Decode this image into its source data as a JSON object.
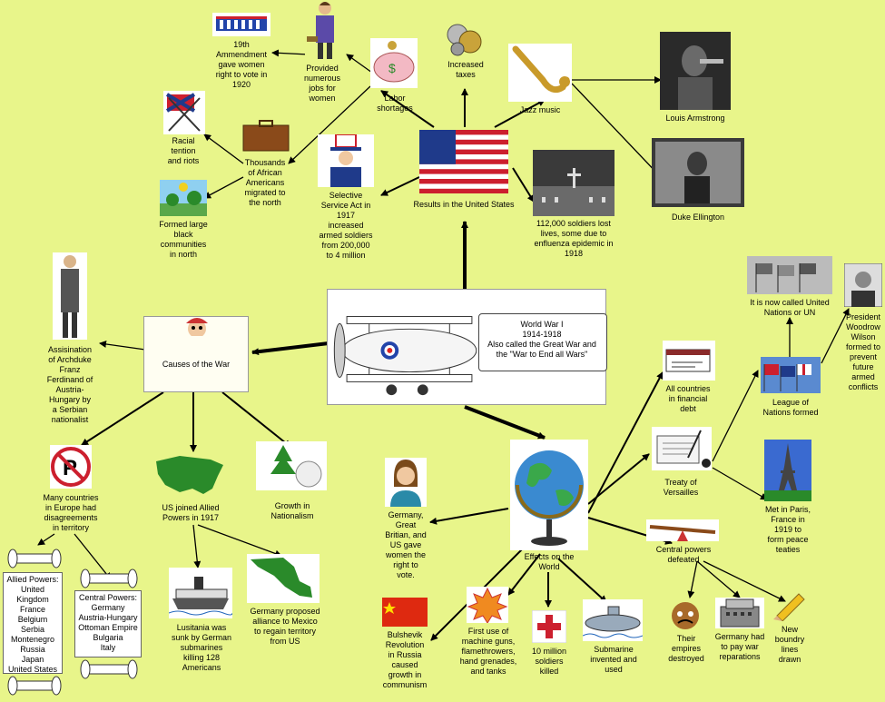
{
  "center": {
    "scroll_text": "World War I\n1914-1918\nAlso called the Great War and\nthe \"War to End all Wars\""
  },
  "results": {
    "title": "Results in the United States",
    "labor": "Labor\nshortages",
    "jobs": "Provided\nnumerous\njobs for\nwomen",
    "vote": "19th\nAmmendment\ngave women\nright to vote in\n1920",
    "taxes": "Increased\ntaxes",
    "jazz": "Jazz music",
    "armstrong": "Louis Armstrong",
    "ellington": "Duke Ellington",
    "soldiers": "112,000 soldiers lost\nlives, some due to\nenfluenza epidemic in\n1918",
    "service": "Selective\nService Act in\n1917\nincreased\narmed soldiers\nfrom 200,000\nto 4 million",
    "migrated": "Thousands\nof African\nAmericans\nmigrated to\nthe north",
    "racial": "Racial\ntention\nand riots",
    "communities": "Formed large\nblack\ncommunities\nin north"
  },
  "causes": {
    "title": "Causes of the War",
    "assassination": "Assisination\nof Archduke\nFranz\nFerdinand of\nAustria-\nHungary by\na Serbian\nnationalist",
    "disagreements": "Many countries\nin Europe had\ndisagreements\nin territory",
    "us_joined": "US joined Allied\nPowers in 1917",
    "nationalism": "Growth in\nNationalism",
    "lusitania": "Lusitania was\nsunk by German\nsubmarines\nkilling 128\nAmericans",
    "mexico": "Germany proposed\nalliance to Mexico\nto regain territory\nfrom US",
    "allied": "Allied Powers:\nUnited Kingdom\nFrance\nBelgium\nSerbia\nMontenegro\nRussia\nJapan\nUnited States",
    "central": "Central Powers:\nGermany\nAustria-Hungary\nOttoman Empire\nBulgaria\nItaly"
  },
  "effects": {
    "title": "Effects on the\nWorld",
    "women": "Germany,\nGreat\nBritian, and\nUS gave\nwomen the\nright to\nvote.",
    "bolshevik": "Bulshevik\nRevolution\nin Russia\ncaused\ngrowth in\ncommunism",
    "machine": "First use of\nmachine guns,\nflamethrowers,\nhand grenades,\nand tanks",
    "killed": "10 million\nsoldiers\nkilled",
    "submarine": "Submarine\ninvented and\nused",
    "debt": "All countries\nin financial\ndebt",
    "versailles": "Treaty of\nVersailles",
    "league": "League of\nNations formed",
    "un": "It is now called United\nNations or UN",
    "wilson": "President\nWoodrow\nWilson\nformed to\nprevent\nfuture\narmed\nconflicts",
    "paris": "Met in Paris,\nFrance in\n1919 to\nform peace\nteaties",
    "central_defeated": "Central powers\ndefeated",
    "empires": "Their\nempires\ndestroyed",
    "reparations": "Germany had\nto pay war\nreparations",
    "boundary": "New\nboundry\nlines\ndrawn"
  },
  "colors": {
    "background": "#e8f58a",
    "arrow": "#000000"
  }
}
